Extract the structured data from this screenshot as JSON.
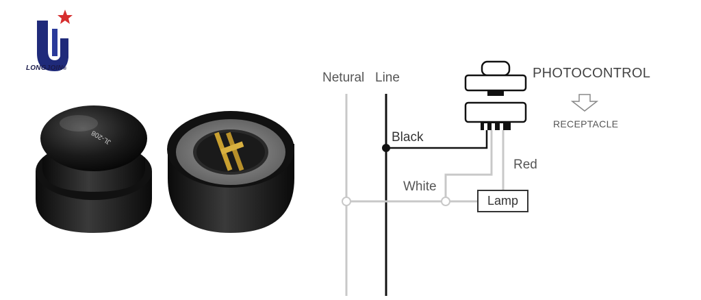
{
  "brand": {
    "name": "LONGJOIN",
    "registered": "®",
    "colors": {
      "primary": "#1f2a7a",
      "star": "#d62f2f"
    }
  },
  "product": {
    "cap_text": "JL-208"
  },
  "diagram": {
    "labels": {
      "neutral": "Netural",
      "line": "Line",
      "black": "Black",
      "white": "White",
      "red": "Red",
      "photocontrol": "PHOTOCONTROL",
      "receptacle": "RECEPTACLE",
      "lamp": "Lamp"
    },
    "colors": {
      "black_wire": "#111111",
      "white_wire": "#c8c8c8",
      "red_wire": "#c8c8c8"
    },
    "icons": [
      "down-arrow-icon"
    ]
  }
}
